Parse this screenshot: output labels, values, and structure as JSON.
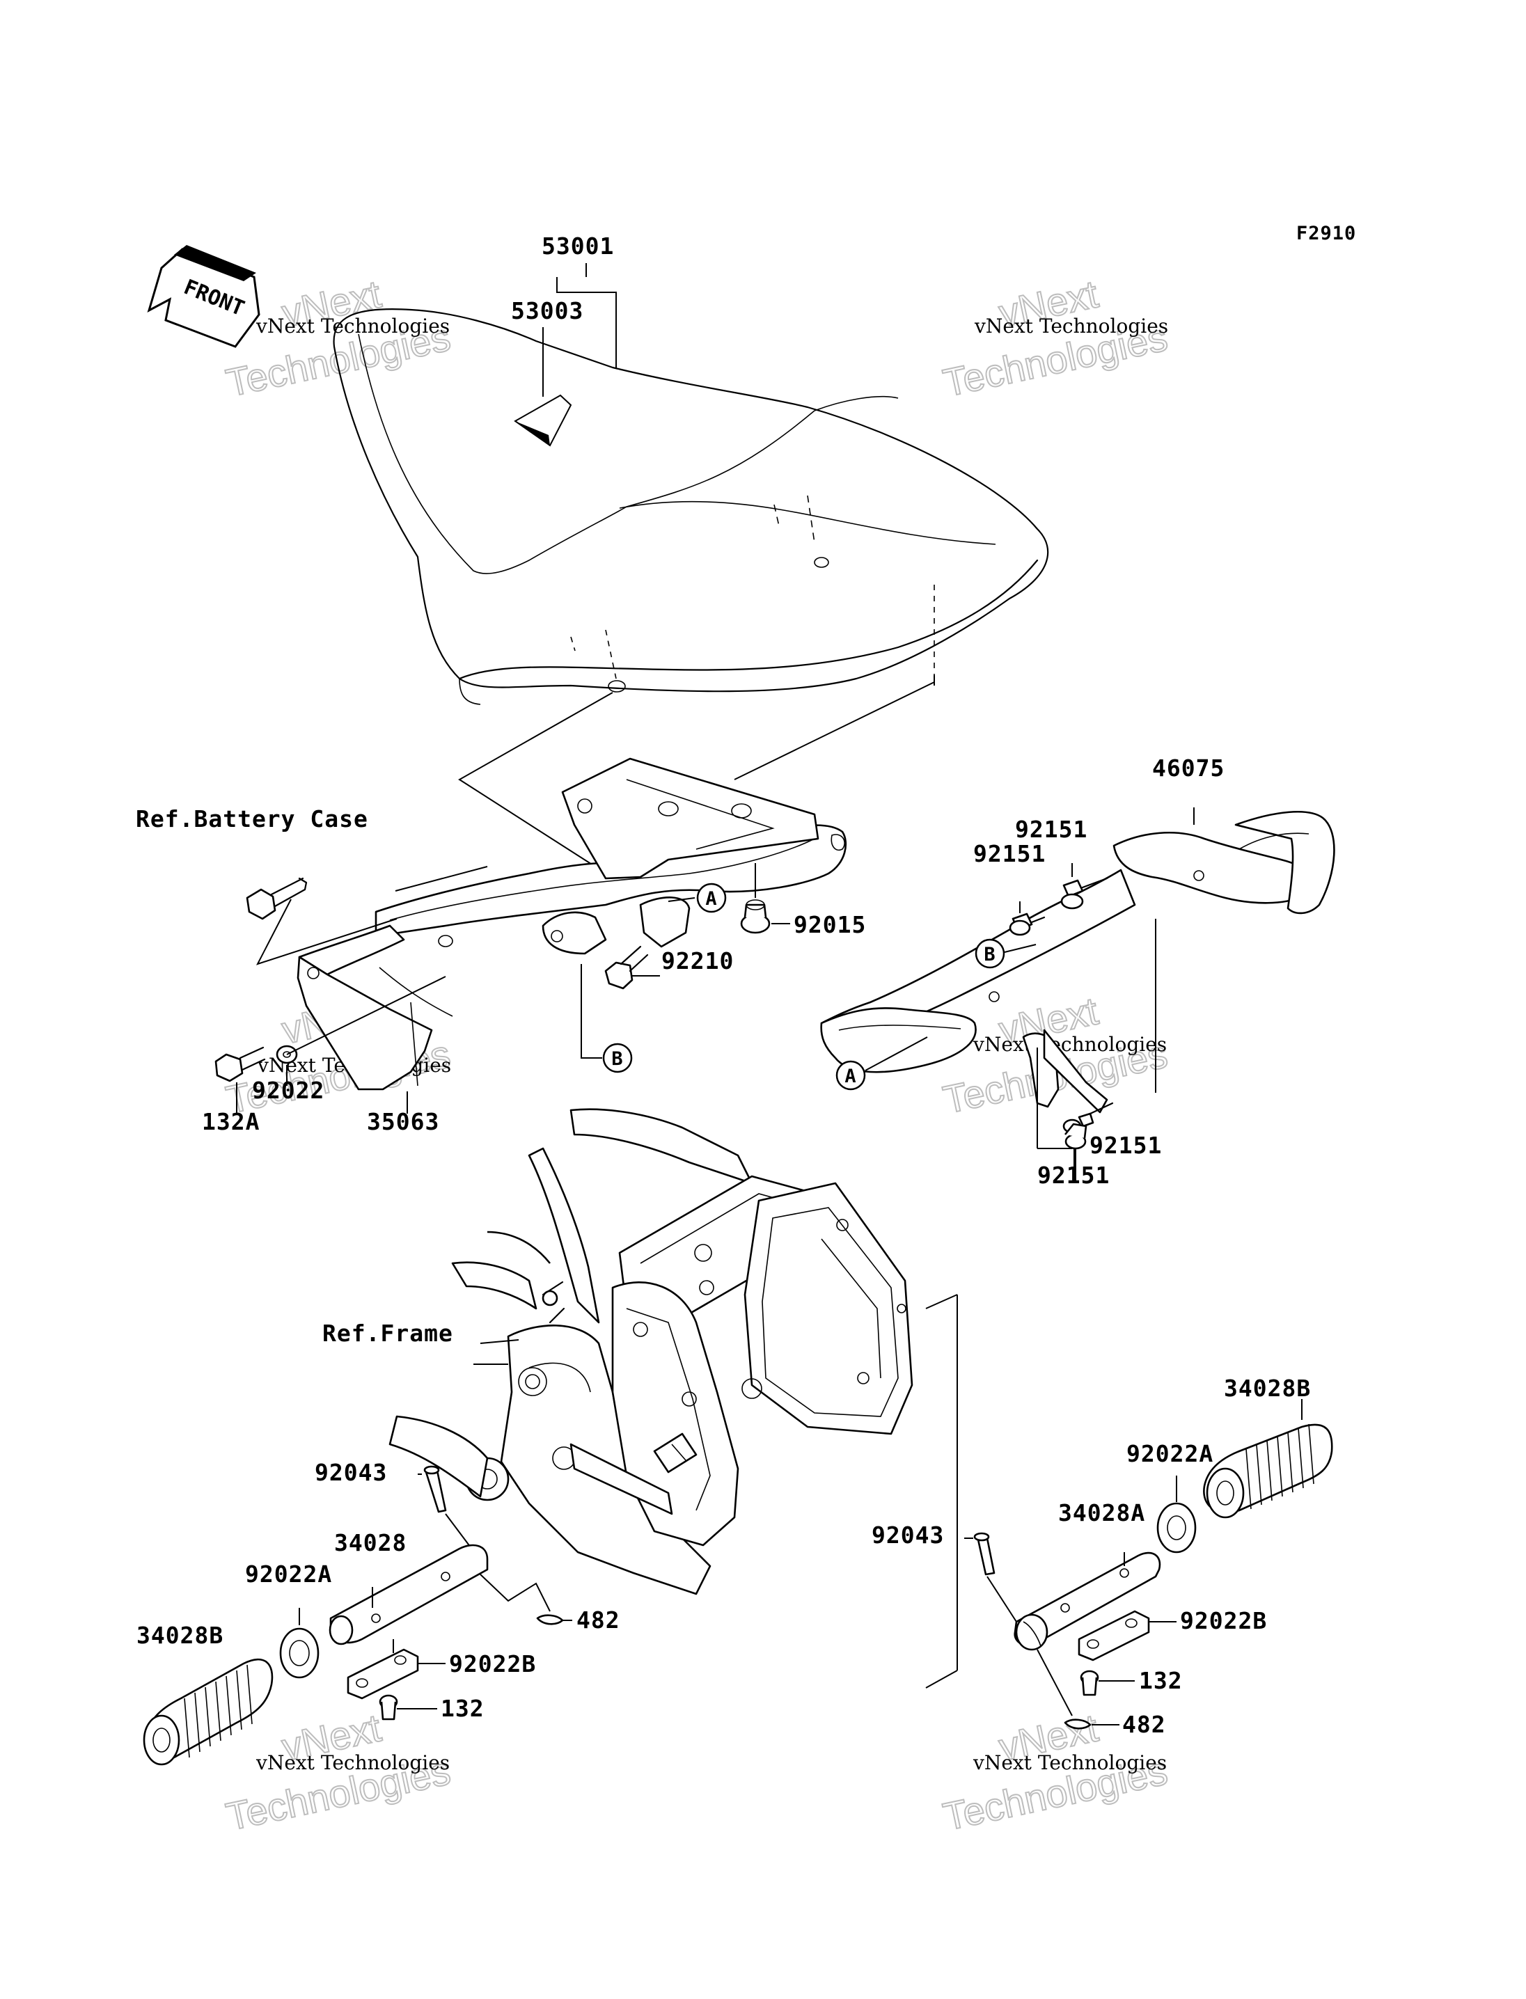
{
  "diagram": {
    "figure_code": "F2910",
    "front_arrow_label": "FRONT",
    "watermark": {
      "line1": "vNext Technologies",
      "line2": "Technologies",
      "line3": "vNext"
    },
    "references": {
      "battery_case": "Ref.Battery Case",
      "frame": "Ref.Frame"
    },
    "callouts": {
      "a": "A",
      "b": "B"
    },
    "parts": {
      "seat_assy": "53001",
      "seat_label": "53003",
      "rear_bracket": "46075",
      "bolt_92151": "92151",
      "nut_92015": "92015",
      "bolt_92210": "92210",
      "washer_92022": "92022",
      "bolt_132a": "132A",
      "bracket_35063": "35063",
      "pin_92043": "92043",
      "footpeg_34028": "34028",
      "footpeg_34028a": "34028A",
      "rubber_34028b": "34028B",
      "washer_92022a": "92022A",
      "plate_92022b": "92022B",
      "cotter_482": "482",
      "bolt_132": "132"
    }
  }
}
